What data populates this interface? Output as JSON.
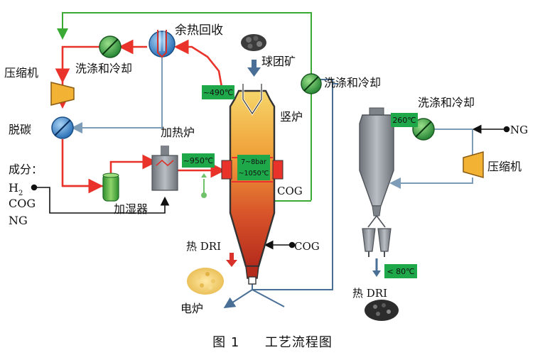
{
  "labels": {
    "waste_heat_recovery": "余热回收",
    "compressor_left": "压缩机",
    "wash_cool_left": "洗涤和冷却",
    "decarbonization": "脱碳",
    "heating_furnace": "加热炉",
    "composition": "成分：",
    "h2": "H",
    "h2_sub": "2",
    "cog_left": "COG",
    "ng_left": "NG",
    "humidifier": "加湿器",
    "pellet_ore": "球团矿",
    "shaft_furnace": "竖炉",
    "wash_cool_mid": "洗涤和冷却",
    "cog_right_shaft": "COG",
    "hot_dri_left": "热 DRI",
    "cog_bottom": "COG",
    "electric_furnace": "电炉",
    "wash_cool_right": "洗涤和冷却",
    "ng_right": "NG",
    "compressor_right": "压缩机",
    "hot_dri_right": "热 DRI"
  },
  "badges": {
    "temp_490": "~490℃",
    "temp_950": "~950℃",
    "pressure": "7~8bar",
    "temp_1050": "~1050℃",
    "temp_260": "260℃",
    "temp_80": "< 80℃"
  },
  "caption": {
    "figure": "图 1",
    "title": "工艺流程图"
  },
  "colors": {
    "hot_gas": "#e8322a",
    "recycle_gas": "#3aaa35",
    "cool_gas": "#7d9cb8",
    "badge": "#1fa84a",
    "steel": "#8a8f96",
    "compressor": "#f2b233"
  }
}
